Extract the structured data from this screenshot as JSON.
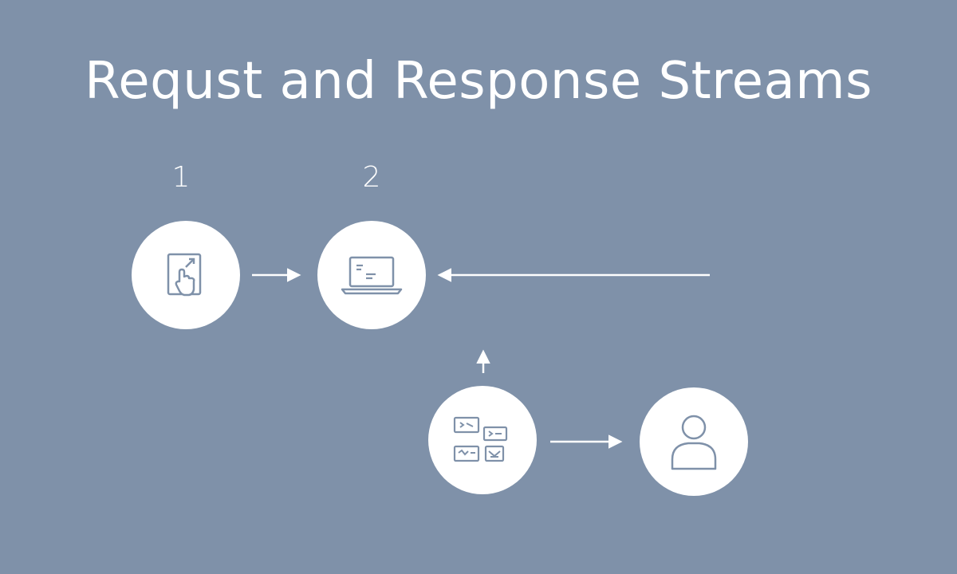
{
  "title": "Requst and Response Streams",
  "steps": {
    "step1_label": "1",
    "step2_label": "2"
  },
  "nodes": [
    {
      "id": "request-node",
      "icon": "touch-screen-icon"
    },
    {
      "id": "server-node",
      "icon": "laptop-icon"
    },
    {
      "id": "streams-node",
      "icon": "video-frames-icon"
    },
    {
      "id": "user-node",
      "icon": "user-icon"
    }
  ],
  "colors": {
    "background": "#7f91a9",
    "node_fill": "#ffffff",
    "icon_stroke": "#7f91a9",
    "arrow": "#ffffff"
  }
}
